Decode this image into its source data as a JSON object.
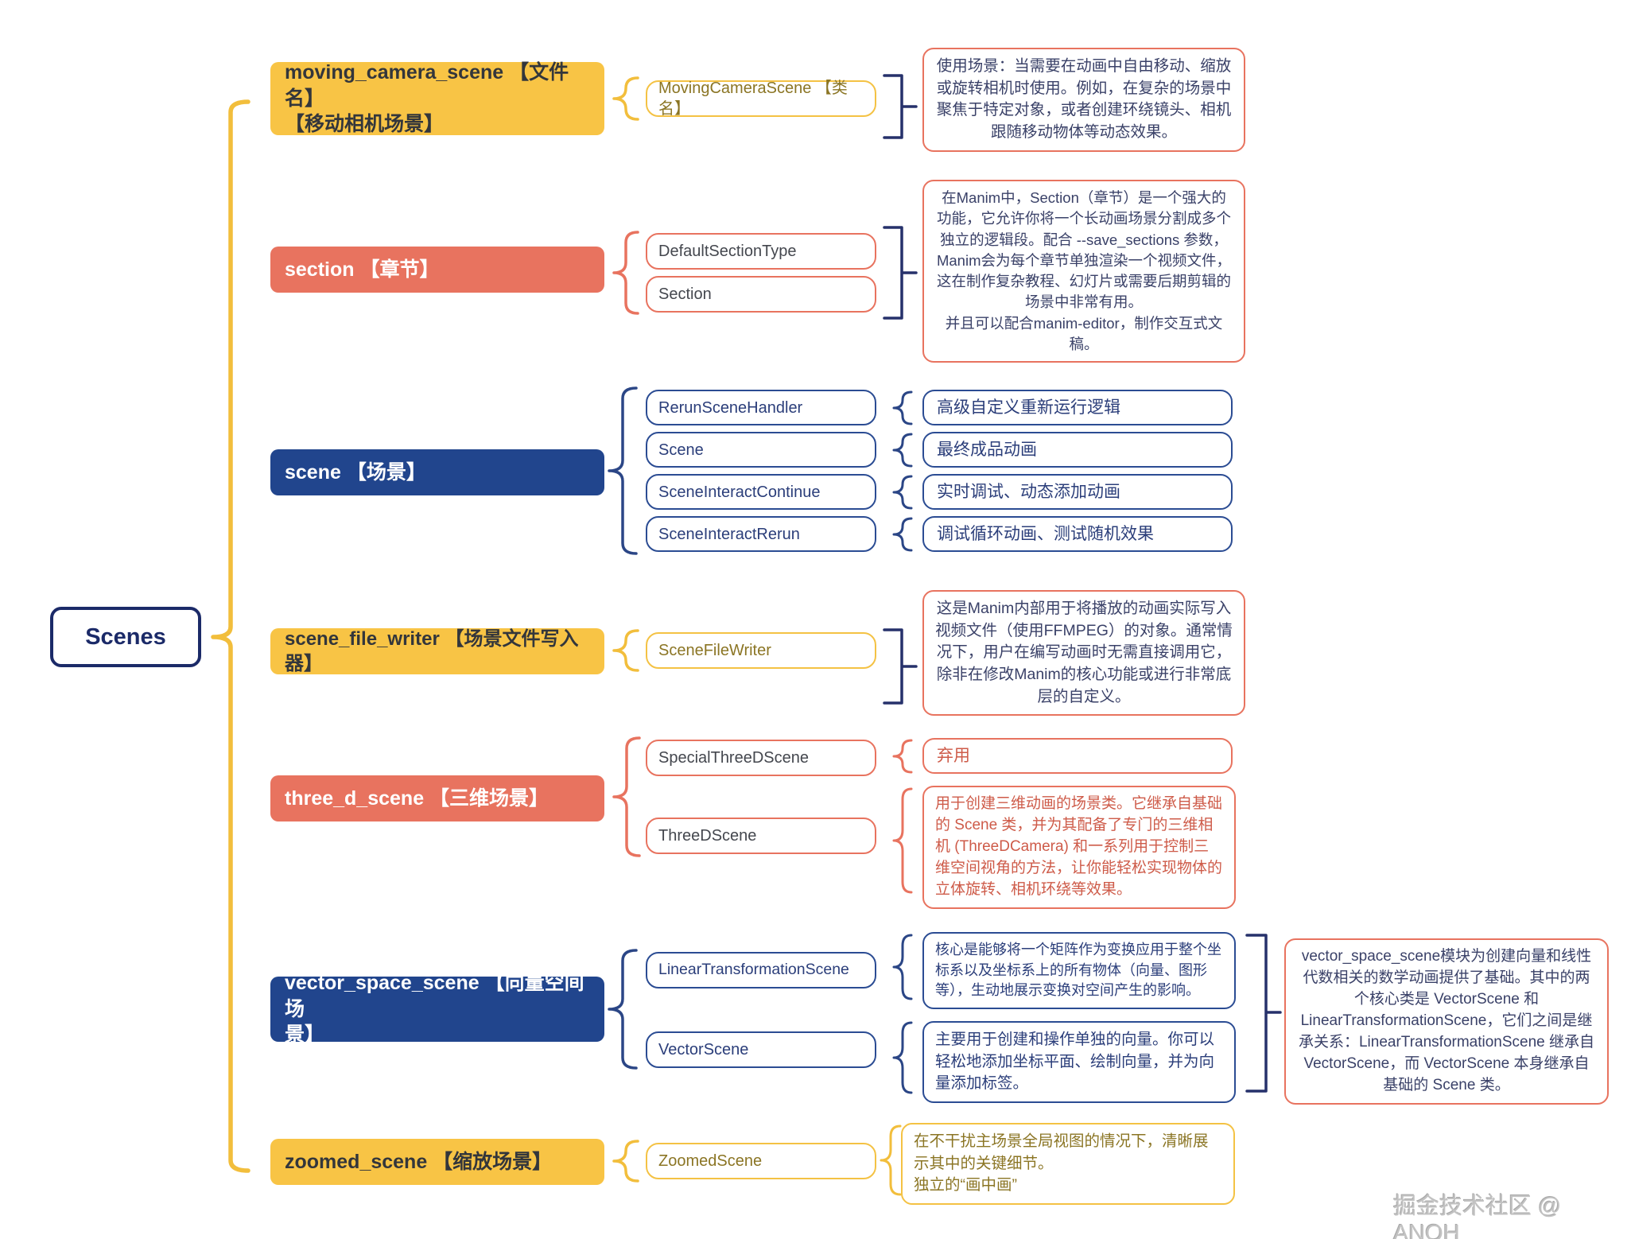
{
  "root_label": "Scenes",
  "colors": {
    "yellow": "#F8C445",
    "salmon": "#E8735F",
    "navy": "#21458D",
    "root_navy": "#1B2A68",
    "desc_text_navy": "#3A4168",
    "desc_text_red": "#CE5B49",
    "desc_text_olive": "#8B7524"
  },
  "branches": [
    {
      "label": "moving_camera_scene 【文件名】\n【移动相机场景】",
      "children": [
        "MovingCameraScene 【类名】"
      ],
      "descriptions": [
        "使用场景：当需要在动画中自由移动、缩放或旋转相机时使用。例如，在复杂的场景中聚焦于特定对象，或者创建环绕镜头、相机跟随移动物体等动态效果。"
      ]
    },
    {
      "label": "section 【章节】",
      "children": [
        "DefaultSectionType",
        "Section"
      ],
      "descriptions": [
        "在Manim中，Section（章节）是一个强大的功能，它允许你将一个长动画场景分割成多个独立的逻辑段。配合 --save_sections 参数，Manim会为每个章节单独渲染一个视频文件，这在制作复杂教程、幻灯片或需要后期剪辑的场景中非常有用。\n并且可以配合manim-editor，制作交互式文稿。"
      ]
    },
    {
      "label": "scene 【场景】",
      "children": [
        "RerunSceneHandler",
        "Scene",
        "SceneInteractContinue",
        "SceneInteractRerun"
      ],
      "descriptions": [
        "高级自定义重新运行逻辑",
        "最终成品动画",
        "实时调试、动态添加动画",
        "调试循环动画、测试随机效果"
      ]
    },
    {
      "label": "scene_file_writer 【场景文件写入器】",
      "children": [
        "SceneFileWriter"
      ],
      "descriptions": [
        "这是Manim内部用于将播放的动画实际写入视频文件（使用FFMPEG）的对象。通常情况下，用户在编写动画时无需直接调用它，除非在修改Manim的核心功能或进行非常底层的自定义。"
      ]
    },
    {
      "label": "three_d_scene 【三维场景】",
      "children": [
        "SpecialThreeDScene",
        "ThreeDScene"
      ],
      "descriptions": [
        "弃用",
        "用于创建三维动画的场景类。它继承自基础的 Scene 类，并为其配备了专门的三维相机 (ThreeDCamera) 和一系列用于控制三维空间视角的方法，让你能轻松实现物体的立体旋转、相机环绕等效果。"
      ]
    },
    {
      "label": "vector_space_scene 【向量空间场\n景】",
      "children": [
        "LinearTransformationScene",
        "VectorScene"
      ],
      "descriptions": [
        "核心是能够将一个矩阵作为变换应用于整个坐标系以及坐标系上的所有物体（向量、图形等），生动地展示变换对空间产生的影响。",
        "主要用于创建和操作单独的向量。你可以轻松地添加坐标平面、绘制向量，并为向量添加标签。"
      ],
      "note": "vector_space_scene模块为创建向量和线性代数相关的数学动画提供了基础。其中的两个核心类是 VectorScene 和 LinearTransformationScene，它们之间是继承关系：LinearTransformationScene 继承自 VectorScene，而 VectorScene 本身继承自基础的 Scene 类。"
    },
    {
      "label": "zoomed_scene 【缩放场景】",
      "children": [
        "ZoomedScene"
      ],
      "descriptions": [
        "在不干扰主场景全局视图的情况下，清晰展示其中的关键细节。\n独立的“画中画”"
      ]
    }
  ],
  "watermark": "掘金技术社区 @ ANQH"
}
